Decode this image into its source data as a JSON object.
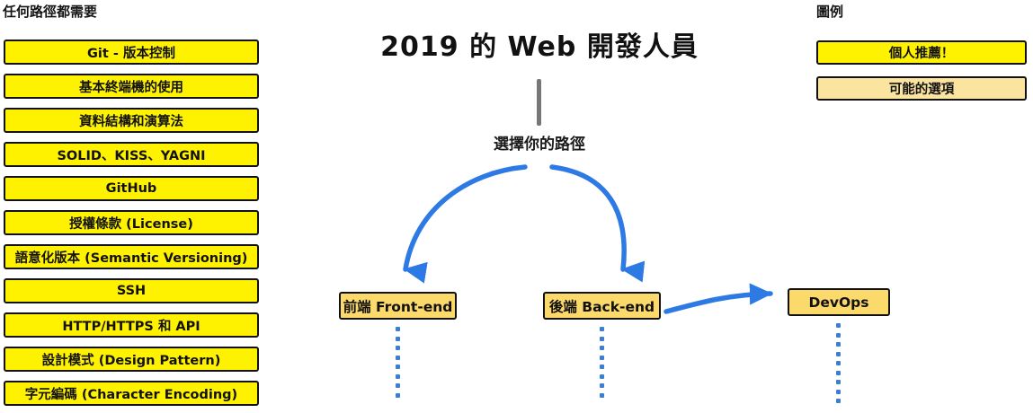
{
  "page": {
    "title": "2019 的 Web 開發人員",
    "choose_path_label": "選擇你的路徑",
    "background_color": "#ffffff"
  },
  "requirements": {
    "heading": "任何路徑都需要",
    "box_fill": "#FFF200",
    "box_border": "#111111",
    "items": [
      {
        "label": "Git - 版本控制"
      },
      {
        "label": "基本終端機的使用"
      },
      {
        "label": "資料結構和演算法"
      },
      {
        "label": "SOLID、KISS、YAGNI"
      },
      {
        "label": "GitHub"
      },
      {
        "label": "授權條款 (License)"
      },
      {
        "label": "語意化版本 (Semantic Versioning)"
      },
      {
        "label": "SSH"
      },
      {
        "label": "HTTP/HTTPS 和 API"
      },
      {
        "label": "設計模式 (Design Pattern)"
      },
      {
        "label": "字元編碼 (Character Encoding)"
      }
    ]
  },
  "legend": {
    "heading": "圖例",
    "items": [
      {
        "label": "個人推薦！",
        "color": "#FFF200"
      },
      {
        "label": "可能的選項",
        "color": "#FBE3A0"
      }
    ]
  },
  "paths": {
    "node_fill": "#FBD96A",
    "arrow_color": "#2d7ae5",
    "trunk_color": "#777777",
    "dot_color": "#3a7fd5",
    "nodes": [
      {
        "label": "前端 Front-end"
      },
      {
        "label": "後端 Back-end"
      },
      {
        "label": "DevOps"
      }
    ]
  }
}
